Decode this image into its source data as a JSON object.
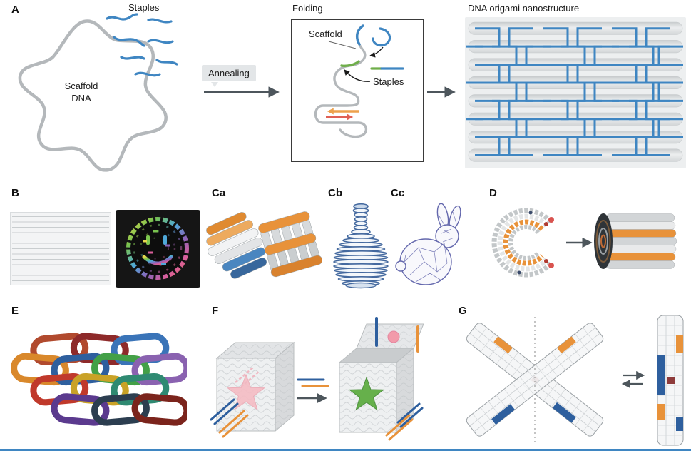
{
  "colors": {
    "staple_blue": "#3f86c2",
    "scaffold_gray": "#b4b8bb",
    "accent_green": "#6fae4a",
    "accent_orange": "#e8923a",
    "accent_red": "#e06055",
    "arrow_dark": "#4d565c",
    "annealing_box_bg": "#e3e6e8",
    "bottom_rule_blue": "#3f86c2"
  },
  "panel_a": {
    "label": "A",
    "staples": "Staples",
    "scaffold_line1": "Scaffold",
    "scaffold_line2": "DNA",
    "annealing": "Annealing",
    "folding": "Folding",
    "folding_scaffold": "Scaffold",
    "folding_staples": "Staples",
    "product": "DNA origami nanostructure"
  },
  "panel_b": {
    "label": "B"
  },
  "panel_ca": {
    "label": "Ca"
  },
  "panel_cb": {
    "label": "Cb"
  },
  "panel_cc": {
    "label": "Cc"
  },
  "panel_d": {
    "label": "D"
  },
  "panel_e": {
    "label": "E"
  },
  "panel_f": {
    "label": "F"
  },
  "panel_g": {
    "label": "G"
  }
}
